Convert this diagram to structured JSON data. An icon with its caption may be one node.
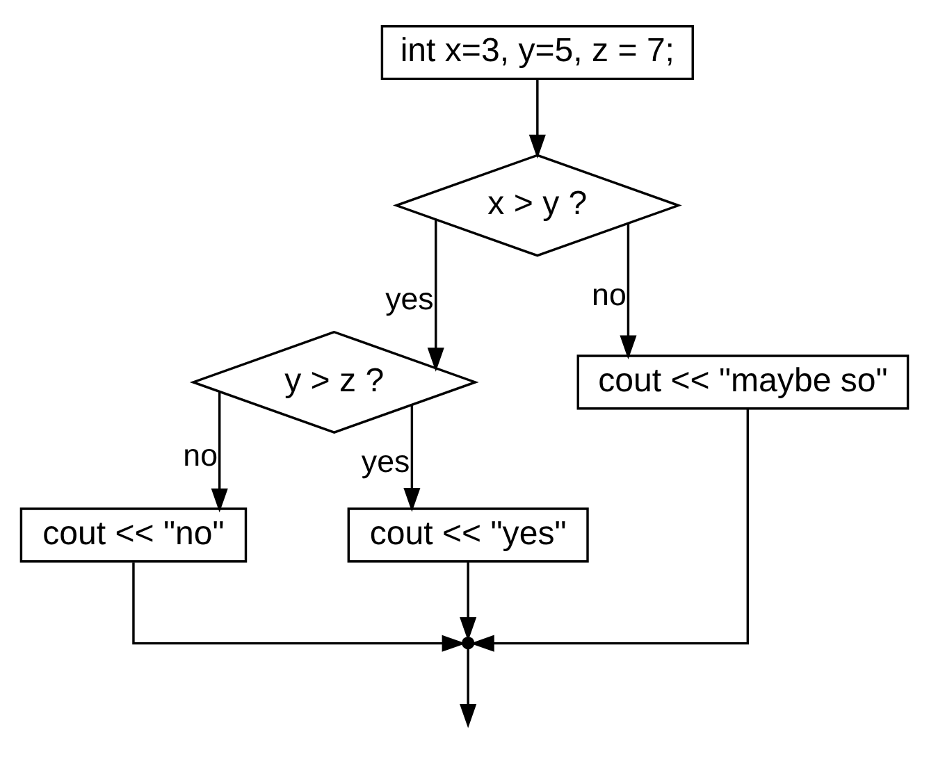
{
  "diagram": {
    "nodes": [
      {
        "text": [
          "int x=3, y=5, z = 7;"
        ]
      },
      {
        "text": [
          "x > y ?"
        ]
      },
      {
        "text": [
          "y > z ?"
        ]
      },
      {
        "text": [
          "cout << \"no\""
        ]
      },
      {
        "text": [
          "cout << \"yes\""
        ]
      },
      {
        "text": [
          "cout << \"maybe so\""
        ]
      },
      {
        "text": [],
        "shape": "point"
      }
    ],
    "edges": [
      {
        "from": 0,
        "to": 1,
        "arrow": "to"
      },
      {
        "from": 1,
        "to": 5,
        "label": "no",
        "arrow": "to"
      },
      {
        "from": 1,
        "to": 2,
        "label": "yes",
        "arrow": "to"
      },
      {
        "from": 2,
        "to": 3,
        "label": "no",
        "arrow": "to"
      },
      {
        "from": 2,
        "to": 4,
        "label": "yes",
        "arrow": "to"
      },
      {
        "from": 5,
        "to": 6,
        "arrow": "to"
      },
      {
        "from": 3,
        "to": 6,
        "arrow": "to"
      },
      {
        "from": 4,
        "to": 6,
        "arrow": "to"
      },
      {
        "from": 6,
        "to": null,
        "arrow": "to"
      }
    ]
  }
}
